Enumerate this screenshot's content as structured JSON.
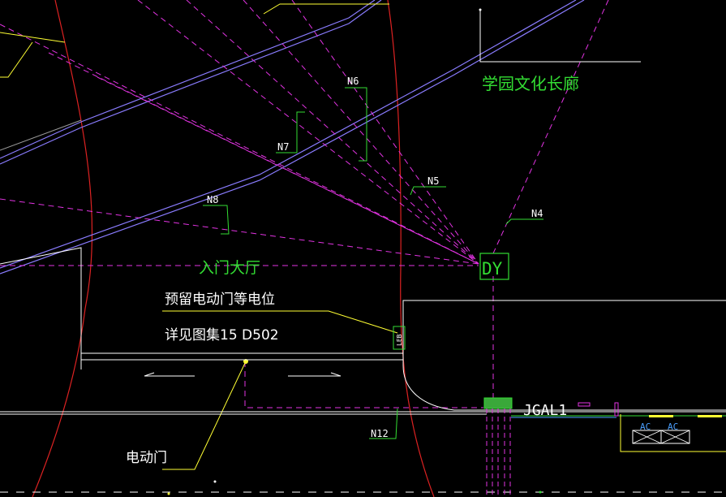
{
  "drawing": {
    "labels": {
      "corridor": "学园文化长廊",
      "entrance_hall": "入门大厅",
      "reserved_power": "预留电动门等电位",
      "detail_ref": "详见图集15 D502",
      "power_door": "电动门",
      "dy_box": "DY",
      "leb_box": "LEB",
      "beam": "JGAL1"
    },
    "cable_tags": {
      "n4": "N4",
      "n5": "N5",
      "n6": "N6",
      "n7": "N7",
      "n8": "N8",
      "n12": "N12"
    },
    "equipment": {
      "ac1": "AC",
      "ac2": "AC"
    },
    "colors": {
      "background": "#000000",
      "wall": "#ffffff",
      "cable": "#e233e2",
      "text_green": "#33dd33",
      "leader_yellow": "#ffff33",
      "curve_red": "#dd2222",
      "duct_blue": "#8a7cff",
      "grey": "#9a9a9a"
    }
  }
}
